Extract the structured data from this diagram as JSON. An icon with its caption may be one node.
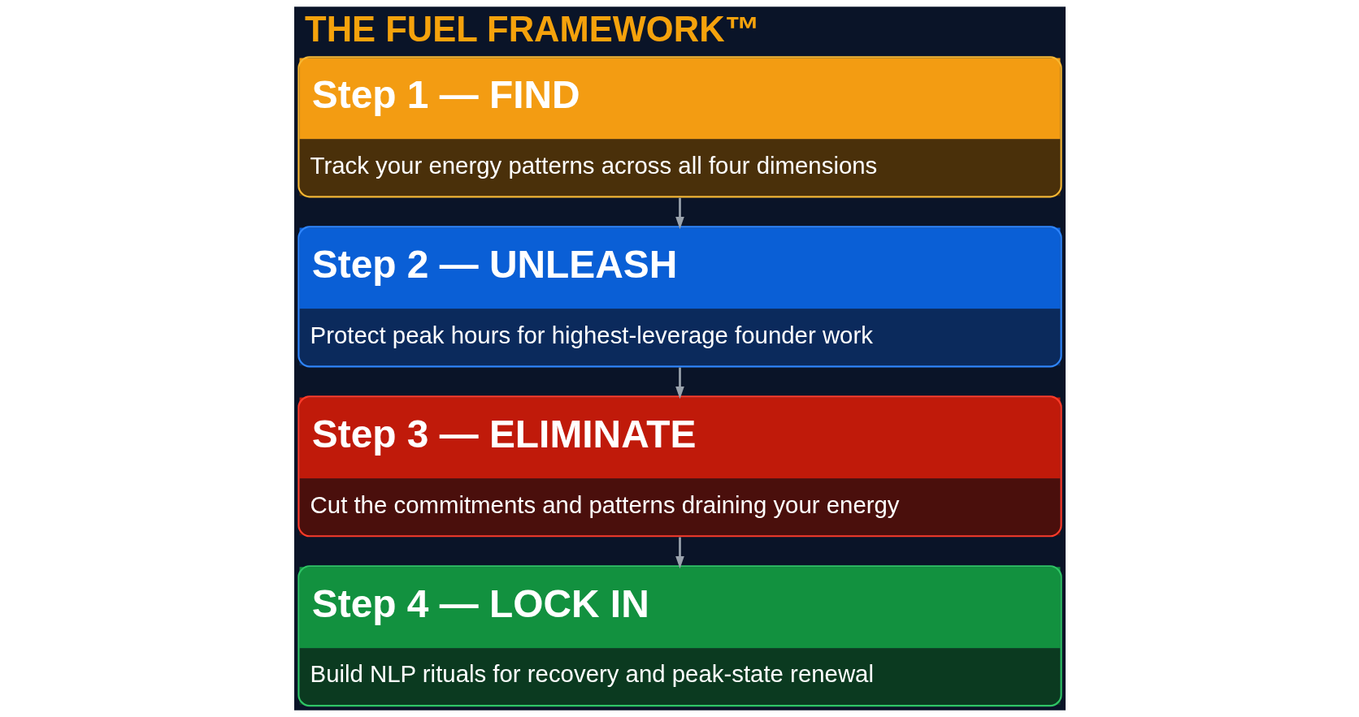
{
  "diagram": {
    "title": "THE FUEL FRAMEWORK™",
    "nodes": [
      {
        "text": [
          "Step 1 — FIND",
          "Track your energy patterns across all four dimensions"
        ]
      },
      {
        "text": [
          "Step 2 — UNLEASH",
          "Protect peak hours for highest-leverage founder work"
        ]
      },
      {
        "text": [
          "Step 3 — ELIMINATE",
          "Cut the commitments and patterns draining your energy"
        ]
      },
      {
        "text": [
          "Step 4 — LOCK IN",
          "Build NLP rituals for recovery and peak-state renewal"
        ]
      }
    ],
    "edges": [
      {
        "from": 0,
        "to": 1,
        "arrow": "to"
      },
      {
        "from": 1,
        "to": 2,
        "arrow": "to"
      },
      {
        "from": 2,
        "to": 3,
        "arrow": "to"
      }
    ]
  }
}
